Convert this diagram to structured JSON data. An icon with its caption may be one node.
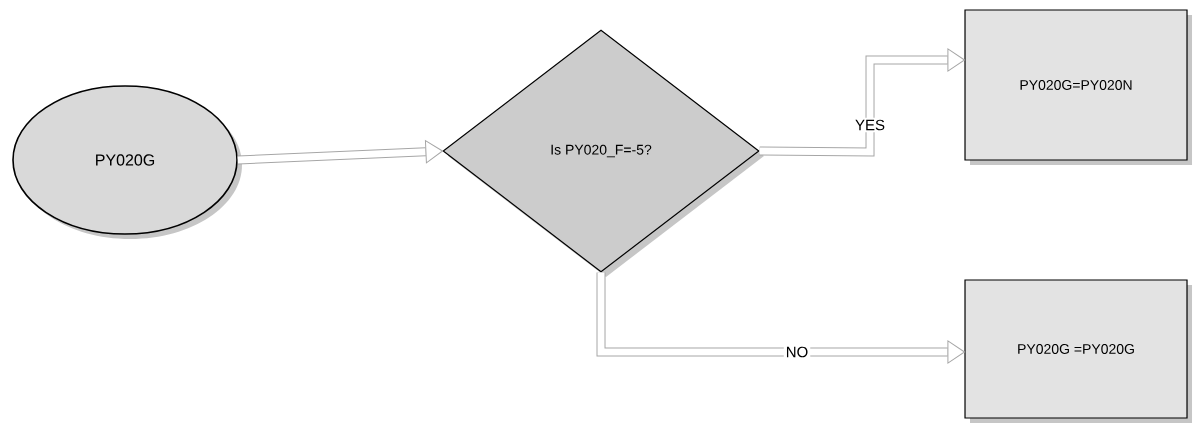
{
  "diagram": {
    "nodes": [
      {
        "text": [
          "PY020G"
        ]
      },
      {
        "text": [
          "Is PY020_F=-5?"
        ]
      },
      {
        "text": [
          "PY020G=PY020N"
        ]
      },
      {
        "text": [
          "PY020G =PY020G"
        ]
      }
    ],
    "edges": [
      {
        "from": 0,
        "to": 1,
        "arrow": "to"
      },
      {
        "from": 1,
        "to": 2,
        "arrow": "to",
        "label": "YES"
      },
      {
        "from": 1,
        "to": 3,
        "arrow": "to",
        "label": "NO"
      }
    ]
  }
}
